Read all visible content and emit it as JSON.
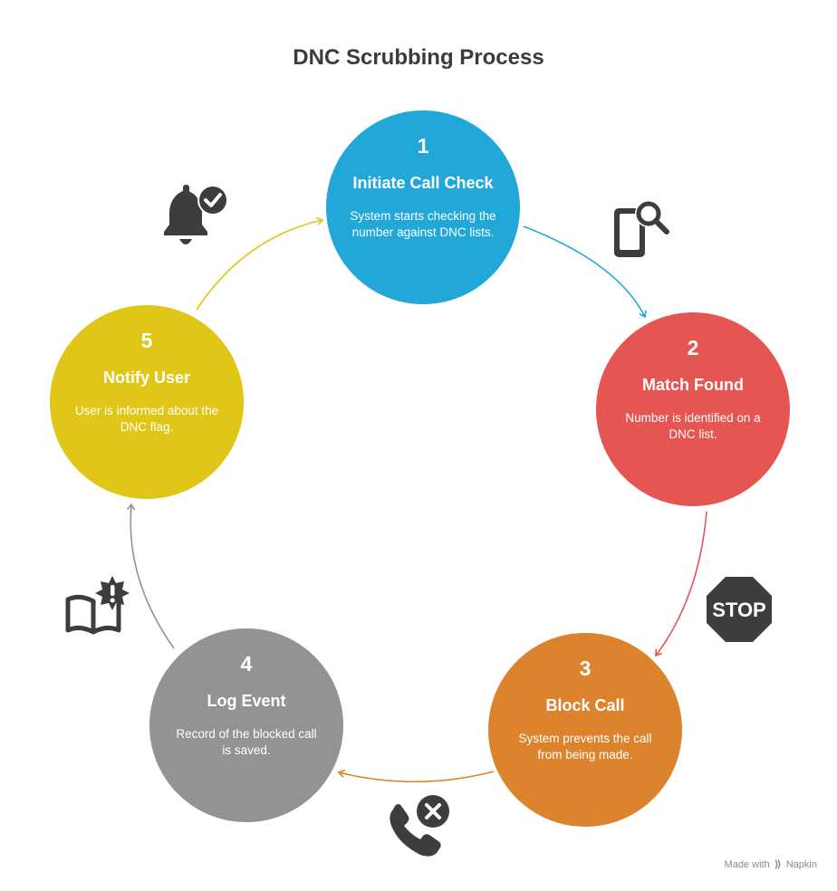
{
  "title": "DNC Scrubbing Process",
  "steps": [
    {
      "number": "1",
      "title": "Initiate Call Check",
      "description": "System starts checking the number against DNC lists.",
      "color": "#21a8d9",
      "icon": "phone-search-icon"
    },
    {
      "number": "2",
      "title": "Match Found",
      "description": "Number is identified on a DNC list.",
      "color": "#e55552",
      "icon": "stop-sign-icon"
    },
    {
      "number": "3",
      "title": "Block Call",
      "description": "System prevents the call from being made.",
      "color": "#dd832d",
      "icon": "call-blocked-icon"
    },
    {
      "number": "4",
      "title": "Log Event",
      "description": "Record of the blocked call is saved.",
      "color": "#939393",
      "icon": "book-alert-icon"
    },
    {
      "number": "5",
      "title": "Notify User",
      "description": "User is informed about the DNC flag.",
      "color": "#dfc617",
      "icon": "bell-check-icon"
    }
  ],
  "footer": {
    "made_with": "Made with",
    "brand": "Napkin"
  },
  "colors": {
    "icon": "#3d3d3d",
    "title": "#3b3b3b",
    "footer": "#8a8a8a"
  }
}
